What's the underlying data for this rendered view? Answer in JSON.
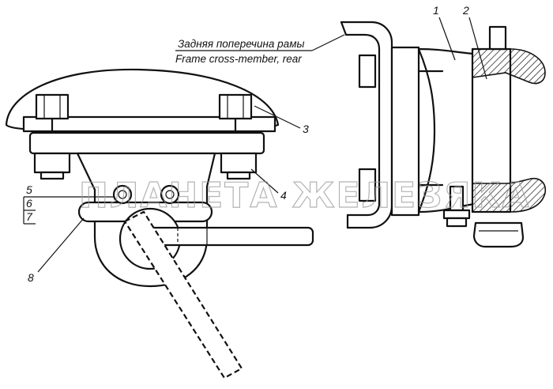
{
  "caption": {
    "line_ru": "Задняя поперечина рамы",
    "line_en": "Frame cross-member, rear"
  },
  "callouts": {
    "c1": "1",
    "c2": "2",
    "c3": "3",
    "c4": "4",
    "c5": "5",
    "c6": "6",
    "c7": "7",
    "c8": "8"
  },
  "watermark": "ПЛАНЕТА ЖЕЛЕЗЯКА"
}
